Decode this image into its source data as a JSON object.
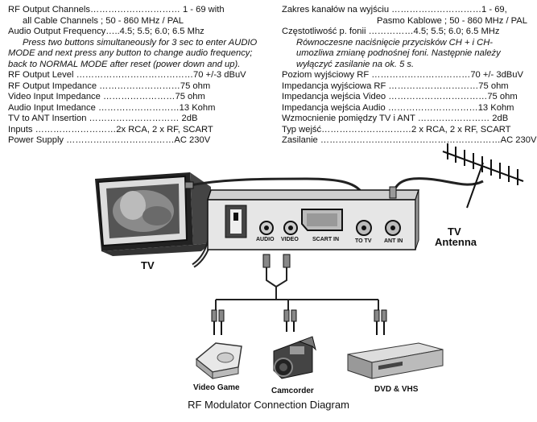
{
  "spec_en": [
    {
      "text": "RF Output Channels………………………… 1 - 69 with",
      "style": ""
    },
    {
      "text": "all Cable Channels ; 50 - 860 MHz / PAL",
      "style": "indent"
    },
    {
      "text": "Audio Output Frequency…..4.5; 5.5; 6.0; 6.5 Mhz",
      "style": ""
    },
    {
      "text": "Press two buttons simultaneously for 3 sec to enter AUDIO",
      "style": "em indent"
    },
    {
      "text": "MODE and next press any button to change audio frequency;",
      "style": "em"
    },
    {
      "text": "back to NORMAL MODE after reset (power down and up).",
      "style": "em"
    },
    {
      "text": "RF Output Level …………………………………70 +/-3 dBuV",
      "style": ""
    },
    {
      "text": "RF Output Impedance ………………………75 ohm",
      "style": ""
    },
    {
      "text": "Video Input Impedance ……………………75 ohm",
      "style": ""
    },
    {
      "text": "Audio Input Imedance ………………………13 Kohm",
      "style": ""
    },
    {
      "text": "TV to ANT Insertion ………………………… 2dB",
      "style": ""
    },
    {
      "text": "Inputs ………………………2x RCA, 2 x RF, SCART",
      "style": ""
    },
    {
      "text": "Power Supply ………………………………AC 230V",
      "style": ""
    }
  ],
  "spec_pl": [
    {
      "text": "Zakres kanałów na wyjściu …………………………1 - 69,",
      "style": ""
    },
    {
      "text": "Pasmo Kablowe ; 50 - 860 MHz / PAL",
      "style": "right"
    },
    {
      "text": "Częstotliwość p. fonii ……………4.5; 5.5; 6.0; 6.5 MHz",
      "style": ""
    },
    {
      "text": "Równoczesne naciśnięcie przycisków CH + i CH-",
      "style": "em indent"
    },
    {
      "text": "umozliwa zmianę podnośnej foni. Następnie należy",
      "style": "em indent"
    },
    {
      "text": "wyłączyć zasilanie na ok. 5 s.",
      "style": "em indent"
    },
    {
      "text": "Poziom wyjściowy RF ……………………………70 +/- 3dBuV",
      "style": ""
    },
    {
      "text": "Impedancja wyjściowa RF …………………………75 ohm",
      "style": ""
    },
    {
      "text": "Impedancja wejścia Video ……………………………75 ohm",
      "style": ""
    },
    {
      "text": "Impedancja wejścia Audio …………………………13 Kohm",
      "style": ""
    },
    {
      "text": "Wzmocnienie pomiędzy TV i ANT …………………… 2dB",
      "style": ""
    },
    {
      "text": "Typ wejść…………………………2 x RCA, 2 x RF, SCART",
      "style": ""
    },
    {
      "text": "Zasilanie ……………………………………………………AC 230V",
      "style": ""
    }
  ],
  "labels": {
    "tv": "TV",
    "antenna_line1": "TV",
    "antenna_line2": "Antenna",
    "audio": "AUDIO",
    "video": "VIDEO",
    "scart_in": "SCART IN",
    "to_tv": "TO TV",
    "ant_in": "ANT IN",
    "video_game": "Video Game",
    "camcorder": "Camcorder",
    "dvd_vhs": "DVD & VHS"
  },
  "caption": "RF Modulator Connection Diagram"
}
